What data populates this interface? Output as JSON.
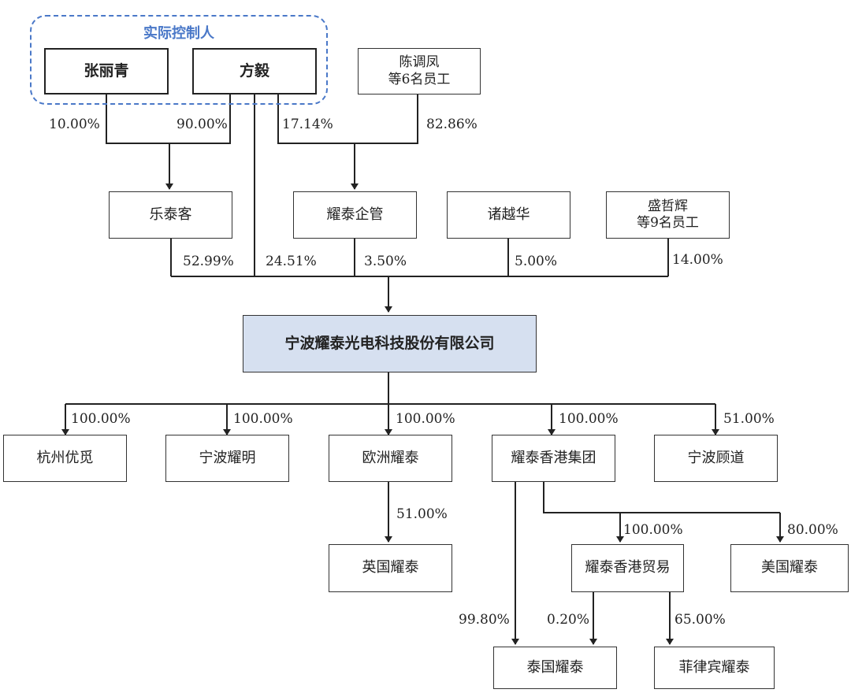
{
  "group": {
    "label": "实际控制人"
  },
  "nodes": {
    "zhang_liqing": "张丽青",
    "fang_yi": "方毅",
    "chen_group": "陈调凤\n等6名员工",
    "letaike": "乐泰客",
    "yaotai_qiguan": "耀泰企管",
    "zhu_yuehua": "诸越华",
    "sheng_group": "盛哲辉\n等9名员工",
    "company": "宁波耀泰光电科技股份有限公司",
    "hangzhou_youmi": "杭州优觅",
    "ningbo_yaoming": "宁波耀明",
    "ouzhou_yaotai": "欧洲耀泰",
    "yaotai_hk_group": "耀泰香港集团",
    "ningbo_gudao": "宁波顾道",
    "yingguo_yaotai": "英国耀泰",
    "yaotai_hk_trade": "耀泰香港贸易",
    "meiguo_yaotai": "美国耀泰",
    "taiguo_yaotai": "泰国耀泰",
    "feilvbin_yaotai": "菲律宾耀泰"
  },
  "percentages": {
    "zhang_to_letaike": "10.00%",
    "fang_to_letaike": "90.00%",
    "fang_to_qiguan": "17.14%",
    "chen_to_qiguan": "82.86%",
    "letaike_to_company": "52.99%",
    "fang_to_company": "24.51%",
    "qiguan_to_company": "3.50%",
    "zhu_to_company": "5.00%",
    "sheng_to_company": "14.00%",
    "company_to_hangzhou": "100.00%",
    "company_to_ningbo_yaoming": "100.00%",
    "company_to_ouzhou": "100.00%",
    "company_to_hk_group": "100.00%",
    "company_to_gudao": "51.00%",
    "ouzhou_to_yingguo": "51.00%",
    "hk_group_to_hk_trade": "100.00%",
    "hk_group_to_meiguo": "80.00%",
    "hk_group_to_taiguo": "99.80%",
    "hk_trade_to_taiguo": "0.20%",
    "hk_trade_to_feilvbin": "65.00%"
  },
  "colors": {
    "group_border": "#4a78c8",
    "main_fill": "#d6e0f0",
    "line": "#222222"
  }
}
